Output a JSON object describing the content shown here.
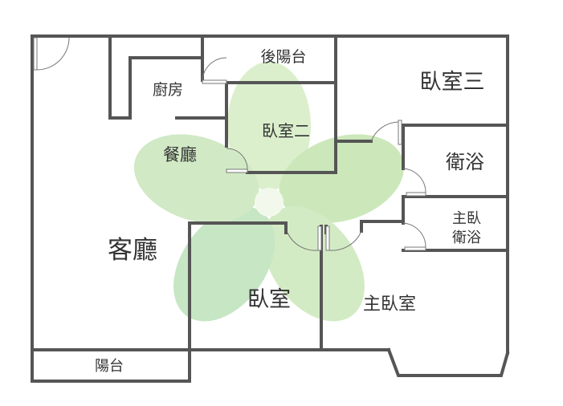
{
  "floorplan": {
    "rooms": {
      "back_balcony": "後陽台",
      "kitchen": "廚房",
      "bedroom_3": "臥室三",
      "bedroom_2": "臥室二",
      "dining": "餐廳",
      "bathroom": "衛浴",
      "master_bath_line1": "主臥",
      "master_bath_line2": "衛浴",
      "living_room": "客廳",
      "bedroom": "臥室",
      "master_bedroom": "主臥室",
      "balcony": "陽台"
    }
  },
  "colors": {
    "wall": "#555555",
    "label": "#333333",
    "watermark": "#9bd27a"
  },
  "icons": {
    "watermark": "clover-logo"
  }
}
